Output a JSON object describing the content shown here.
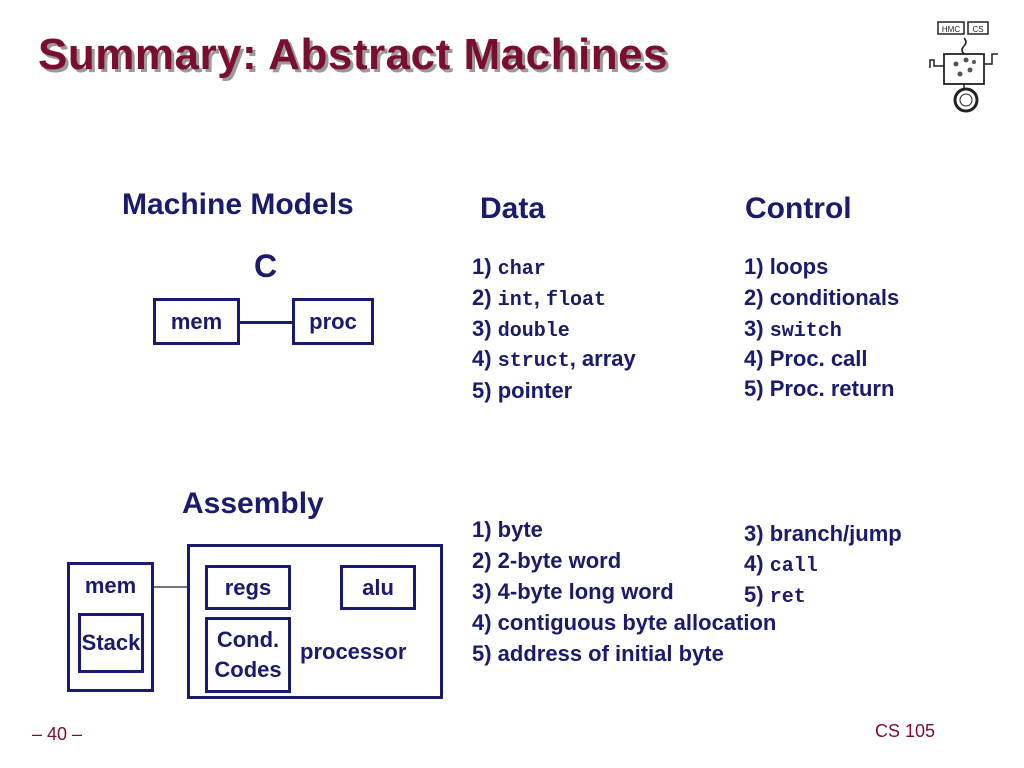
{
  "title": "Summary: Abstract Machines",
  "logo_text": "HMC CS",
  "headings": {
    "machine_models": "Machine Models",
    "data": "Data",
    "control": "Control",
    "c": "C",
    "assembly": "Assembly"
  },
  "c_model": {
    "mem": "mem",
    "proc": "proc"
  },
  "asm_model": {
    "mem": "mem",
    "stack": "Stack",
    "regs": "regs",
    "alu": "alu",
    "cond_line1": "Cond.",
    "cond_line2": "Codes",
    "processor": "processor"
  },
  "c_data": [
    {
      "num": "1) ",
      "code": "char",
      "text": ""
    },
    {
      "num": "2) ",
      "code": "int",
      "sep": ", ",
      "code2": "float",
      "text": ""
    },
    {
      "num": "3) ",
      "code": "double",
      "text": ""
    },
    {
      "num": "4) ",
      "code": "struct",
      "text": ", array"
    },
    {
      "num": "5) ",
      "code": "",
      "text": "pointer"
    }
  ],
  "c_control": [
    {
      "num": "1) ",
      "code": "",
      "text": "loops"
    },
    {
      "num": "2) ",
      "code": "",
      "text": "conditionals"
    },
    {
      "num": "3) ",
      "code": "switch",
      "text": ""
    },
    {
      "num": "4) ",
      "code": "",
      "text": "Proc. call"
    },
    {
      "num": "5) ",
      "code": "",
      "text": "Proc. return"
    }
  ],
  "asm_data": [
    "1) byte",
    "2) 2-byte word",
    "3) 4-byte long word",
    "4) contiguous byte allocation",
    "5) address of initial byte"
  ],
  "asm_control": [
    {
      "num": "3) ",
      "code": "",
      "text": "branch/jump"
    },
    {
      "num": "4) ",
      "code": "call",
      "text": ""
    },
    {
      "num": "5) ",
      "code": "ret",
      "text": ""
    }
  ],
  "footer": {
    "left": "– 40 –",
    "right": "CS 105"
  },
  "colors": {
    "title": "#7a0e2e",
    "text": "#1a1a6e",
    "shadow": "#9a9a9a"
  }
}
